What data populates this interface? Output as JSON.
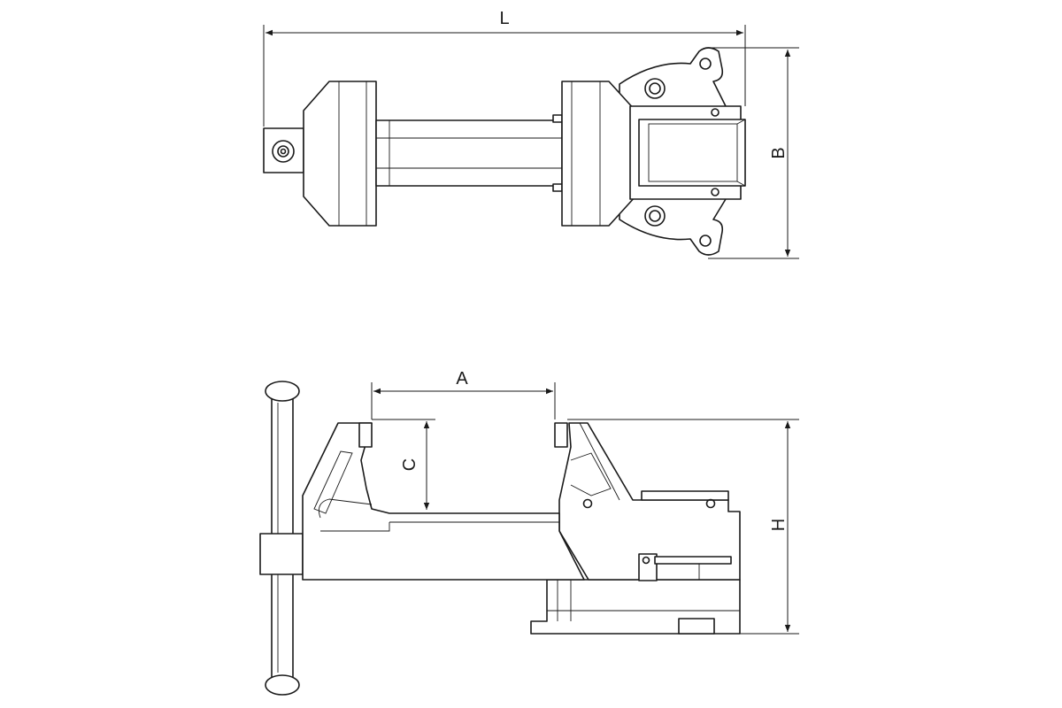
{
  "diagram": {
    "dimensions": {
      "length": "L",
      "width": "B",
      "jaw_opening": "A",
      "throat_depth": "C",
      "height": "H"
    }
  }
}
